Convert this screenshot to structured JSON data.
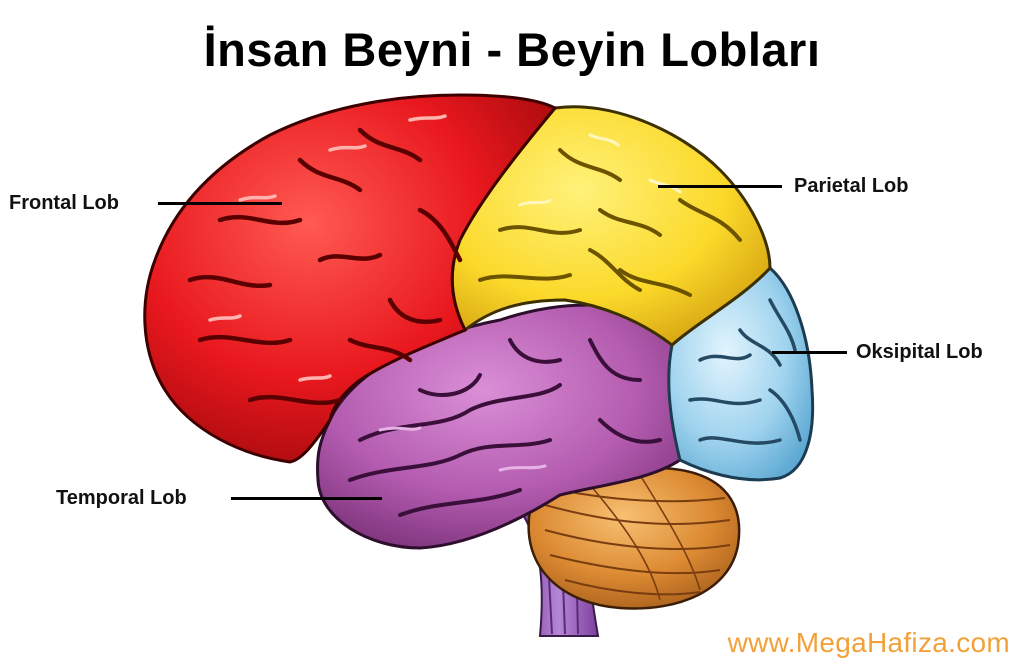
{
  "title": "İnsan Beyni - Beyin Lobları",
  "labels": {
    "frontal": "Frontal Lob",
    "parietal": "Parietal Lob",
    "occipital": "Oksipital Lob",
    "temporal": "Temporal Lob"
  },
  "watermark": "www.MegaHafiza.com",
  "colors": {
    "frontal": "#e8181e",
    "parietal": "#fbd92a",
    "occipital": "#9fd3ee",
    "temporal": "#b45cb0",
    "cerebellum": "#dc8a32",
    "brainstem": "#a26bc4",
    "watermark": "#f2a13a"
  }
}
